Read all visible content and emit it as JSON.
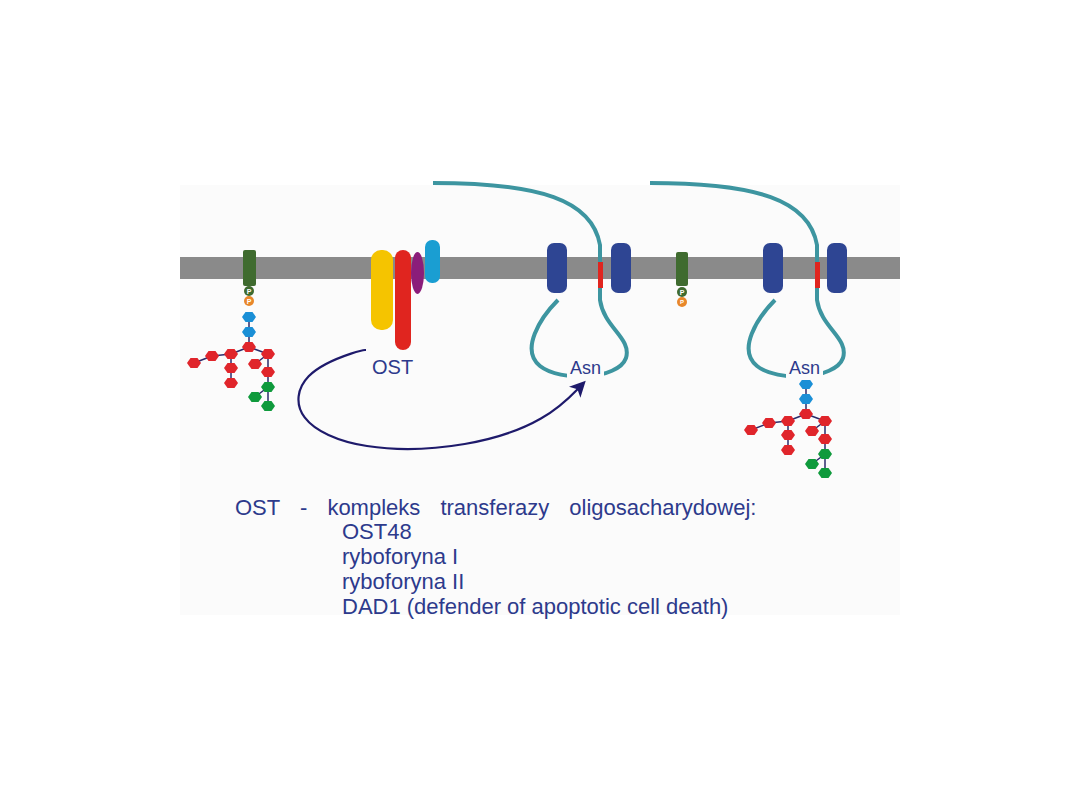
{
  "diagram": {
    "nodes": [
      {
        "text": [
          "OST"
        ]
      },
      {
        "text": [
          "Asn"
        ]
      }
    ],
    "edges": [
      {
        "from": 0,
        "to": 1,
        "arrow": "to"
      }
    ],
    "labels": [
      "P",
      "P",
      "P",
      "P",
      "Asn",
      "OST - kompleks transferazy oligosacharydowej:",
      "OST48",
      "ryboforyna I",
      "ryboforyna II",
      "DAD1 (defender of apoptotic cell death)"
    ]
  }
}
